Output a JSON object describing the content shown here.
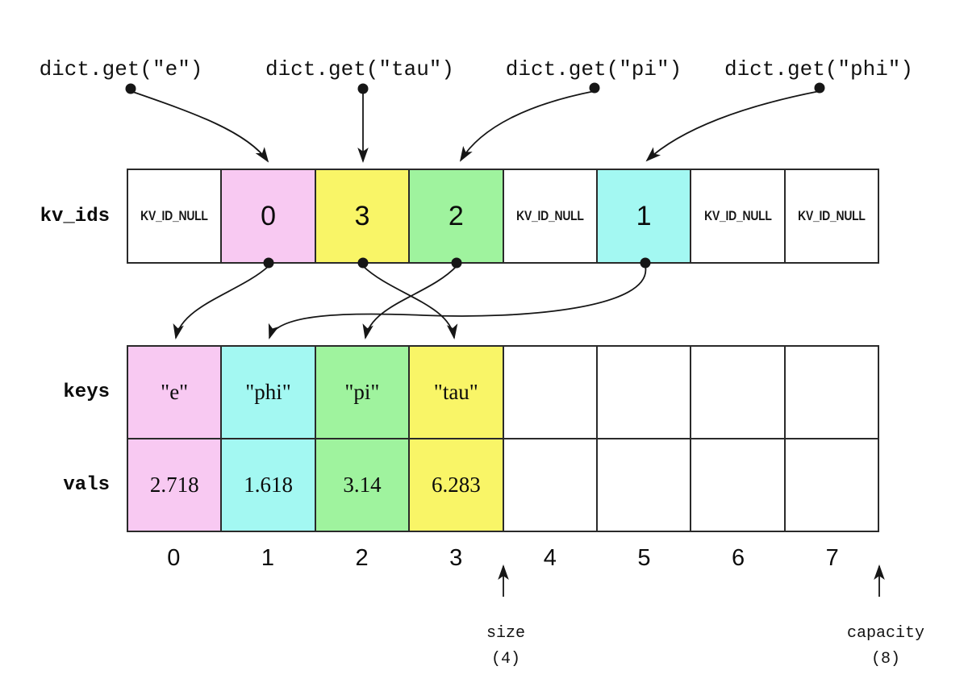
{
  "colors": {
    "pink": "#f8c9f2",
    "yellow": "#f9f567",
    "green": "#9ff39e",
    "cyan": "#a3f8f2",
    "white": "#ffffff",
    "border": "#2a2a2a",
    "ink": "#161616"
  },
  "queries": [
    {
      "label": "dict.get(\"e\")",
      "kv_slot": 1
    },
    {
      "label": "dict.get(\"tau\")",
      "kv_slot": 2
    },
    {
      "label": "dict.get(\"pi\")",
      "kv_slot": 3
    },
    {
      "label": "dict.get(\"phi\")",
      "kv_slot": 5
    }
  ],
  "arrays": {
    "kv_ids": {
      "label": "kv_ids",
      "cells": [
        {
          "text": "KV_ID_NULL",
          "color": "white"
        },
        {
          "text": "0",
          "color": "pink"
        },
        {
          "text": "3",
          "color": "yellow"
        },
        {
          "text": "2",
          "color": "green"
        },
        {
          "text": "KV_ID_NULL",
          "color": "white"
        },
        {
          "text": "1",
          "color": "cyan"
        },
        {
          "text": "KV_ID_NULL",
          "color": "white"
        },
        {
          "text": "KV_ID_NULL",
          "color": "white"
        }
      ]
    },
    "keys": {
      "label": "keys",
      "cells": [
        {
          "text": "\"e\"",
          "color": "pink"
        },
        {
          "text": "\"phi\"",
          "color": "cyan"
        },
        {
          "text": "\"pi\"",
          "color": "green"
        },
        {
          "text": "\"tau\"",
          "color": "yellow"
        },
        {
          "text": "",
          "color": "white"
        },
        {
          "text": "",
          "color": "white"
        },
        {
          "text": "",
          "color": "white"
        },
        {
          "text": "",
          "color": "white"
        }
      ]
    },
    "vals": {
      "label": "vals",
      "cells": [
        {
          "text": "2.718",
          "color": "pink"
        },
        {
          "text": "1.618",
          "color": "cyan"
        },
        {
          "text": "3.14",
          "color": "green"
        },
        {
          "text": "6.283",
          "color": "yellow"
        },
        {
          "text": "",
          "color": "white"
        },
        {
          "text": "",
          "color": "white"
        },
        {
          "text": "",
          "color": "white"
        },
        {
          "text": "",
          "color": "white"
        }
      ]
    }
  },
  "indices": [
    "0",
    "1",
    "2",
    "3",
    "4",
    "5",
    "6",
    "7"
  ],
  "markers": {
    "size": {
      "label": "size",
      "value": "(4)"
    },
    "capacity": {
      "label": "capacity",
      "value": "(8)"
    }
  },
  "links": {
    "query_to_slot": [
      {
        "query": "dict.get(\"e\")",
        "kv_ids_slot": 1
      },
      {
        "query": "dict.get(\"tau\")",
        "kv_ids_slot": 2
      },
      {
        "query": "dict.get(\"pi\")",
        "kv_ids_slot": 3
      },
      {
        "query": "dict.get(\"phi\")",
        "kv_ids_slot": 5
      }
    ],
    "slot_to_entry": [
      {
        "kv_ids_slot": 1,
        "entry_index": 0
      },
      {
        "kv_ids_slot": 2,
        "entry_index": 3
      },
      {
        "kv_ids_slot": 3,
        "entry_index": 2
      },
      {
        "kv_ids_slot": 5,
        "entry_index": 1
      }
    ]
  }
}
